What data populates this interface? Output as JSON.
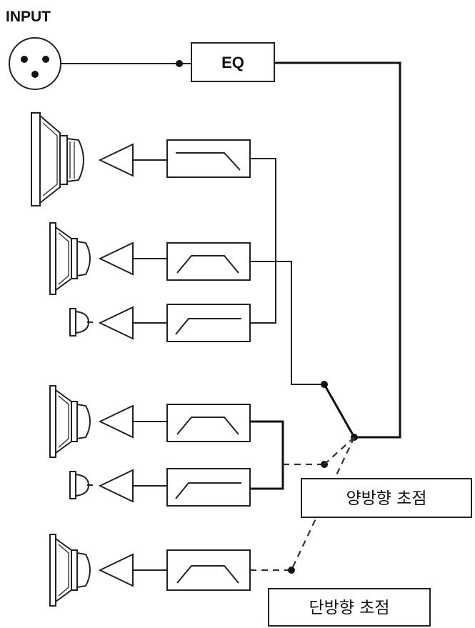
{
  "labels": {
    "input": "INPUT",
    "eq": "EQ",
    "bidirectional_focus": "양방향 초점",
    "unidirectional_focus": "단방향 초점"
  },
  "colors": {
    "line": "#222222",
    "background": "#ffffff"
  },
  "icons": [
    "xlr-connector-icon",
    "speaker-driver-icon",
    "tweeter-icon",
    "amplifier-triangle-icon",
    "filter-response-icon"
  ]
}
